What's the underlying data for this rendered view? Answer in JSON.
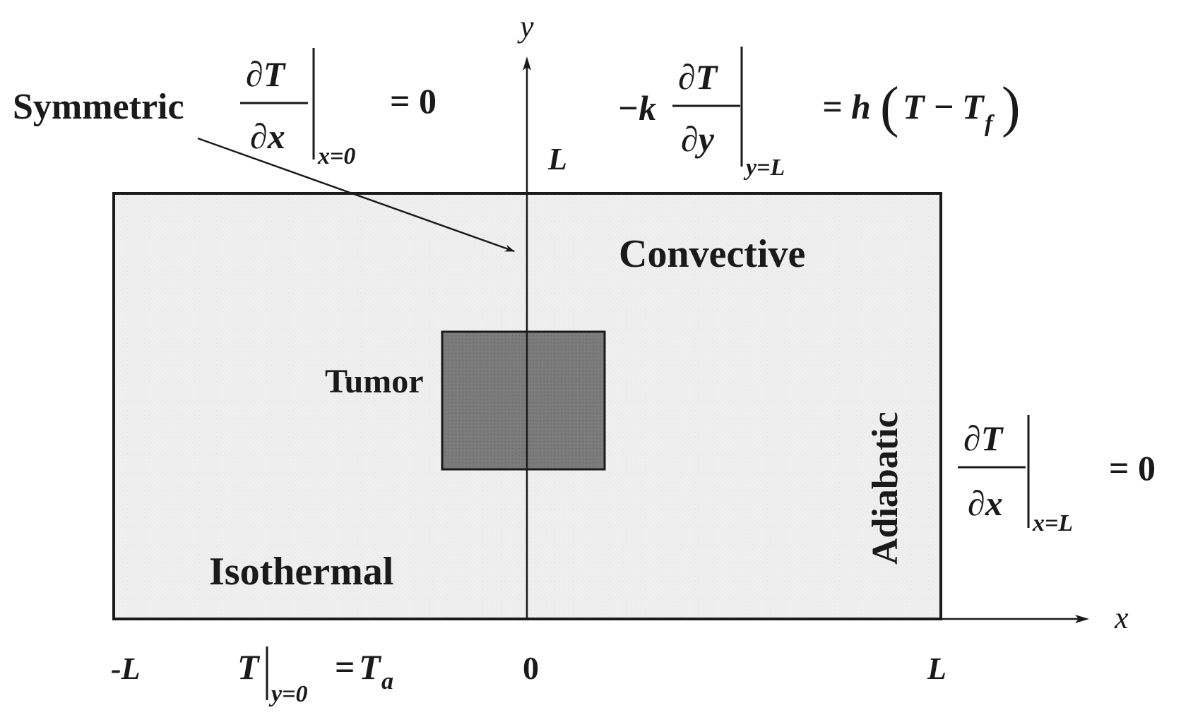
{
  "axes": {
    "x_label": "x",
    "y_label": "y",
    "tick_neg_L": "-L",
    "tick_zero": "0",
    "tick_L_x": "L",
    "tick_L_y": "L"
  },
  "regions": {
    "tumor": "Tumor",
    "convective": "Convective",
    "isothermal": "Isothermal",
    "adiabatic": "Adiabatic",
    "symmetric": "Symmetric"
  },
  "equations": {
    "symmetric": {
      "numerator": "∂T",
      "denominator": "∂x",
      "subscript": "x=0",
      "rhs": "= 0"
    },
    "convective": {
      "prefix": "−k",
      "numerator": "∂T",
      "denominator": "∂y",
      "subscript": "y=L",
      "rhs_eq": "= h",
      "rhs_T": "T",
      "rhs_minus": "−",
      "rhs_Tf": "T",
      "rhs_f": "f"
    },
    "isothermal": {
      "lhs": "T",
      "subscript": "y=0",
      "eq": "=",
      "rhs": "T",
      "rhs_sub": "a"
    },
    "adiabatic": {
      "numerator": "∂T",
      "denominator": "∂x",
      "subscript": "x=L",
      "rhs": "= 0"
    }
  },
  "colors": {
    "domain_fill": "#eeeeee",
    "tumor_fill": "#7a7a7a",
    "stroke": "#1a1a1a"
  }
}
